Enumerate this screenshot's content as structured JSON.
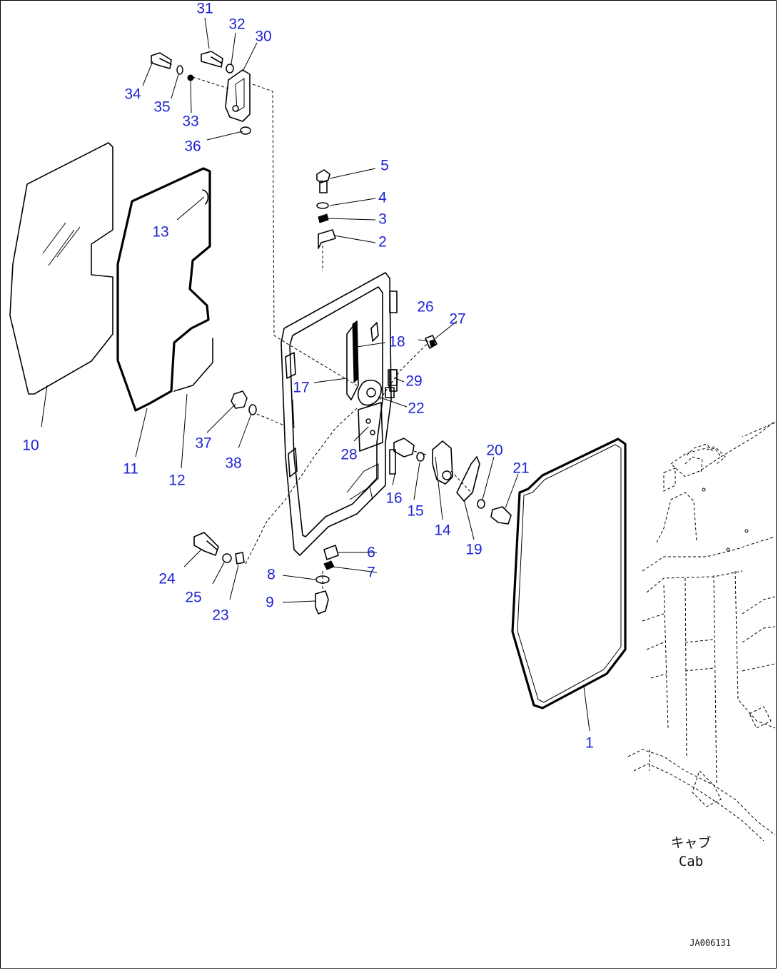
{
  "diagram": {
    "callouts": [
      {
        "id": "1",
        "label": "1"
      },
      {
        "id": "2",
        "label": "2"
      },
      {
        "id": "3",
        "label": "3"
      },
      {
        "id": "4",
        "label": "4"
      },
      {
        "id": "5",
        "label": "5"
      },
      {
        "id": "6",
        "label": "6"
      },
      {
        "id": "7",
        "label": "7"
      },
      {
        "id": "8",
        "label": "8"
      },
      {
        "id": "9",
        "label": "9"
      },
      {
        "id": "10",
        "label": "10"
      },
      {
        "id": "11",
        "label": "11"
      },
      {
        "id": "12",
        "label": "12"
      },
      {
        "id": "13",
        "label": "13"
      },
      {
        "id": "14",
        "label": "14"
      },
      {
        "id": "15",
        "label": "15"
      },
      {
        "id": "16",
        "label": "16"
      },
      {
        "id": "17",
        "label": "17"
      },
      {
        "id": "18",
        "label": "18"
      },
      {
        "id": "19",
        "label": "19"
      },
      {
        "id": "20",
        "label": "20"
      },
      {
        "id": "21",
        "label": "21"
      },
      {
        "id": "22",
        "label": "22"
      },
      {
        "id": "23",
        "label": "23"
      },
      {
        "id": "24",
        "label": "24"
      },
      {
        "id": "25",
        "label": "25"
      },
      {
        "id": "26",
        "label": "26"
      },
      {
        "id": "27",
        "label": "27"
      },
      {
        "id": "28",
        "label": "28"
      },
      {
        "id": "29",
        "label": "29"
      },
      {
        "id": "30",
        "label": "30"
      },
      {
        "id": "31",
        "label": "31"
      },
      {
        "id": "32",
        "label": "32"
      },
      {
        "id": "33",
        "label": "33"
      },
      {
        "id": "34",
        "label": "34"
      },
      {
        "id": "35",
        "label": "35"
      },
      {
        "id": "36",
        "label": "36"
      },
      {
        "id": "37",
        "label": "37"
      },
      {
        "id": "38",
        "label": "38"
      }
    ],
    "cab_label_jp": "キャブ",
    "cab_label_en": "Cab",
    "drawing_code": "JA006131",
    "callout_color": "#1f24d6"
  }
}
